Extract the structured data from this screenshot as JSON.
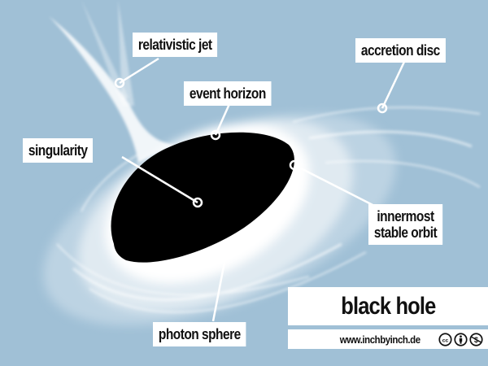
{
  "diagram": {
    "title": "black hole",
    "website": "www.inchbyinch.de",
    "license_icons": [
      "cc-icon",
      "attribution-icon",
      "noncommercial-icon"
    ],
    "colors": {
      "background": "#a0c0d6",
      "hole": "#000000",
      "disc": "#ffffff",
      "label_bg": "#ffffff",
      "label_text": "#111111"
    },
    "labels": {
      "relativistic_jet": "relativistic jet",
      "accretion_disc": "accretion disc",
      "event_horizon": "event horizon",
      "singularity": "singularity",
      "innermost_stable_orbit_line1": "innermost",
      "innermost_stable_orbit_line2": "stable orbit",
      "photon_sphere": "photon sphere"
    }
  }
}
